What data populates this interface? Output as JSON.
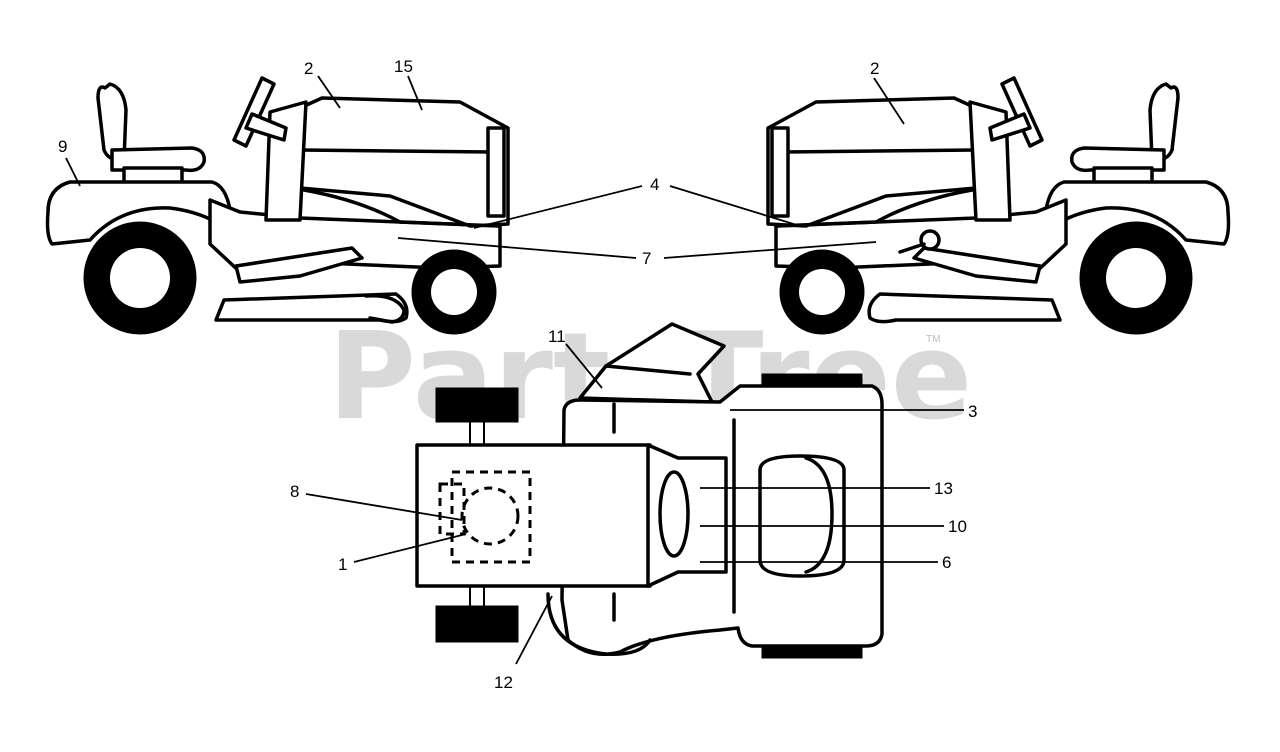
{
  "watermark": {
    "text": "PartsTree",
    "mark": "TM"
  },
  "callouts": {
    "c1": "1",
    "c2a": "2",
    "c2b": "2",
    "c3": "3",
    "c4": "4",
    "c6": "6",
    "c7": "7",
    "c8": "8",
    "c9": "9",
    "c10": "10",
    "c11": "11",
    "c12": "12",
    "c13": "13",
    "c15": "15"
  },
  "colors": {
    "line": "#000000",
    "watermark": "#d9d9d9",
    "background": "#ffffff"
  }
}
